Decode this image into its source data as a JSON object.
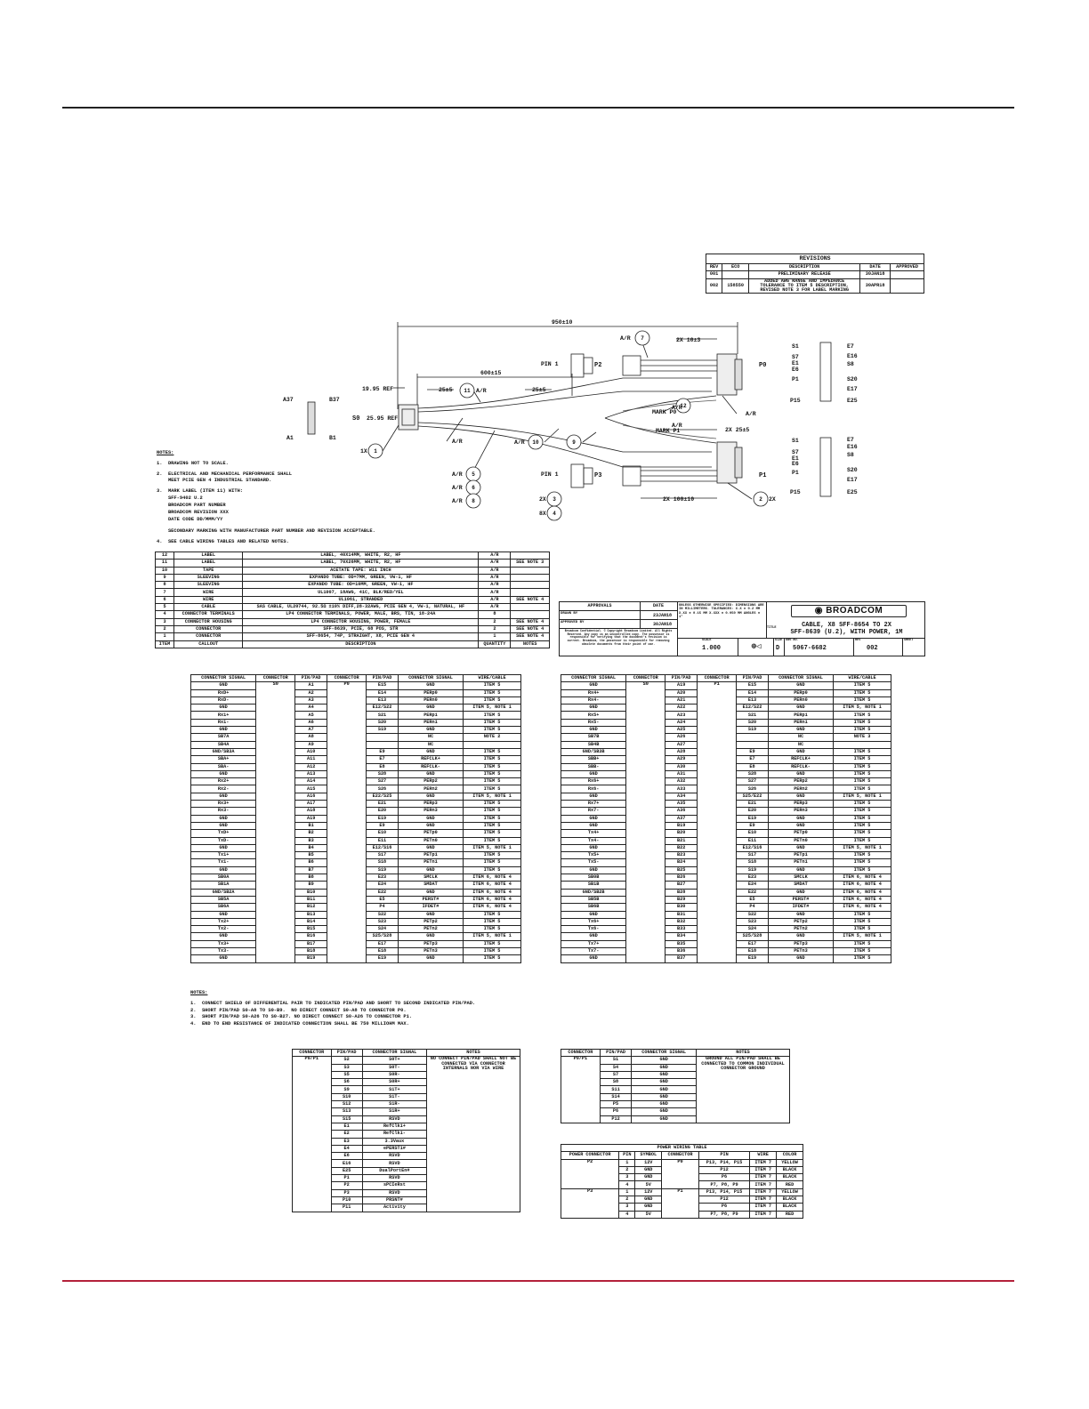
{
  "revisions": {
    "title": "REVISIONS",
    "headers": [
      "REV",
      "ECO",
      "DESCRIPTION",
      "DATE",
      "APPROVED"
    ],
    "rows": [
      [
        "001",
        "",
        "PRELIMINARY RELEASE",
        "30JAN18",
        ""
      ],
      [
        "002",
        "158550",
        "ADDED AWG RANGE AND IMPEDANCE TOLERANCE TO ITEM 5 DESCRIPTION, REVISED NOTE 3 FOR LABEL MARKING",
        "30APR18",
        ""
      ]
    ]
  },
  "drawing": {
    "dims": {
      "overall": "950±10",
      "breakout": "600±15",
      "left_ref": "19.95 REF",
      "left_ref2": "25.95 REF",
      "b1": "25±5",
      "b2": "25±5",
      "p2len": "2X 10±3",
      "mid": "2X 25±5",
      "p3len": "2X 100±10"
    },
    "labels": {
      "s0": "S0",
      "p0": "P0",
      "p1": "P1",
      "p2": "P2",
      "p3": "P3",
      "pin1": "PIN 1",
      "pin1b": "PIN 1",
      "a37": "A37",
      "b37": "B37",
      "a1": "A1",
      "b1": "B1",
      "markp0": "MARK P0",
      "markp1": "MARK P1",
      "ar": "A/R",
      "x1": "1X",
      "x2": "2X",
      "x8": "8X",
      "s1": "S1",
      "e7": "E7",
      "e16": "E16",
      "s7": "S7",
      "s8": "S8",
      "e1": "E1",
      "e6": "E6",
      "p1pin": "P1",
      "s20": "S20",
      "e17": "E17",
      "p15": "P15",
      "e25": "E25"
    },
    "balloons": [
      "1",
      "2",
      "3",
      "4",
      "5",
      "6",
      "7",
      "8",
      "9",
      "10",
      "11",
      "12"
    ]
  },
  "notes_top": {
    "heading": "NOTES:",
    "lines": [
      "1.  DRAWING NOT TO SCALE.",
      "2.  ELECTRICAL AND MECHANICAL PERFORMANCE SHALL",
      "    MEET PCIE GEN 4 INDUSTRIAL STANDARD.",
      "3.  MARK LABEL (ITEM 11) WITH:",
      "    SFF-9402 U.2",
      "    BROADCOM PART NUMBER",
      "    BROADCOM REVISION XXX",
      "    DATE CODE DD/MMM/YY",
      "    SECONDARY MARKING WITH MANUFACTURER PART NUMBER AND REVISION ACCEPTABLE.",
      "4.  SEE CABLE WIRING TABLES AND RELATED NOTES."
    ]
  },
  "bom": {
    "headers": [
      "ITEM",
      "CALLOUT",
      "DESCRIPTION",
      "QUANTITY",
      "NOTES"
    ],
    "rows": [
      [
        "12",
        "LABEL",
        "LABEL, 40X14MM, WHITE, R2, HF",
        "A/R",
        ""
      ],
      [
        "11",
        "LABEL",
        "LABEL, 70X26MM, WHITE, R2, HF",
        "A/R",
        "SEE NOTE 3"
      ],
      [
        "10",
        "TAPE",
        "ACETATE TAPE: W11 INCH",
        "A/R",
        ""
      ],
      [
        "9",
        "SLEEVING",
        "EXPANDO TUBE: OD=7MM, GREEN, VW-1, HF",
        "A/R",
        ""
      ],
      [
        "8",
        "SLEEVING",
        "EXPANDO TUBE: OD=10MM, GREEN, VW-1, HF",
        "A/R",
        ""
      ],
      [
        "7",
        "WIRE",
        "UL1007, 18AWG, 41C, BLK/RED/YEL",
        "A/R",
        ""
      ],
      [
        "6",
        "WIRE",
        "UL1061, STRANDED",
        "A/R",
        "SEE NOTE 4"
      ],
      [
        "5",
        "CABLE",
        "SAS CABLE, UL20744, 92.5Ω ±10% DIFF,28-32AWG, PCIE GEN 4, VW-1, NATURAL, HF",
        "A/R",
        ""
      ],
      [
        "4",
        "CONNECTOR TERMINALS",
        "LP4 CONNECTOR TERMINALS, POWER, MALE, BRS, TIN, 18-24A",
        "8",
        ""
      ],
      [
        "3",
        "CONNECTOR HOUSING",
        "LP4 CONNECTOR HOUSING, POWER, FEMALE",
        "2",
        "SEE NOTE 4"
      ],
      [
        "2",
        "CONNECTOR",
        "SFF-8639, PCIE, 68 POS, STR",
        "2",
        "SEE NOTE 4"
      ],
      [
        "1",
        "CONNECTOR",
        "SFF-8654, 74P, STRAIGHT, X8, PCIE GEN 4",
        "1",
        "SEE NOTE 4"
      ]
    ]
  },
  "title_block": {
    "approvals": "APPROVALS",
    "date": "DATE",
    "drawn_by": "DRAWN BY",
    "drawn_date": "23JAN18",
    "approved_by": "APPROVED BY",
    "approved_date": "30JAN18",
    "confidential": "Broadcom Confidential. © Copyright Broadcom Limited. All Rights Reserved. Any copy is an uncontrolled copy. The possessor is responsible for verifying that the document's revision is current. Broadcom, the possessor is responsible for removing obsolete documents from their point of use.",
    "tolerances": "UNLESS OTHERWISE SPECIFIED: DIMENSIONS ARE IN MILLIMETERS. TOLERANCES: X.X ± 0.2 MM  X.XX ± 0.15 MM  X.XXX ± 0.050 MM  ANGLES ± 1°",
    "title_label": "TITLE",
    "logo": "BROADCOM",
    "title_line1": "CABLE, X8 SFF-8654 TO 2X",
    "title_line2": "SFF-8639 (U.2), WITH POWER, 1M",
    "scale_label": "SCALE",
    "scale": "1.000",
    "size_label": "SIZE",
    "size": "D",
    "dwg_label": "DWG NO.",
    "dwg": "5067-6682",
    "rev_label": "REV",
    "rev": "002",
    "sheet_label": "SHEET"
  },
  "wiring_p0": {
    "headers": [
      "CONNECTOR SIGNAL",
      "CONNECTOR",
      "PIN/PAD",
      "CONNECTOR",
      "PIN/PAD",
      "CONNECTOR SIGNAL",
      "WIRE/CABLE"
    ],
    "from_conn": "S0",
    "to_conn": "P0",
    "rows": [
      [
        "GND",
        "A1",
        "E15",
        "GND",
        "ITEM 5"
      ],
      [
        "RxD+",
        "A2",
        "E14",
        "PERp0",
        "ITEM 5"
      ],
      [
        "RxD-",
        "A3",
        "E13",
        "PERn0",
        "ITEM 5"
      ],
      [
        "GND",
        "A4",
        "E12/S22",
        "GND",
        "ITEM 5, NOTE 1"
      ],
      [
        "Rx1+",
        "A5",
        "S21",
        "PERp1",
        "ITEM 5"
      ],
      [
        "Rx1-",
        "A6",
        "S20",
        "PERn1",
        "ITEM 5"
      ],
      [
        "GND",
        "A7",
        "S19",
        "GND",
        "ITEM 5"
      ],
      [
        "SB7A",
        "A8",
        "",
        "NC",
        "NOTE 2"
      ],
      [
        "SB4A",
        "A9",
        "",
        "NC",
        ""
      ],
      [
        "GND/SB3A",
        "A10",
        "E9",
        "GND",
        "ITEM 5"
      ],
      [
        "SBA+",
        "A11",
        "E7",
        "REFCLK+",
        "ITEM 5"
      ],
      [
        "SBA-",
        "A12",
        "E8",
        "REFCLK-",
        "ITEM 5"
      ],
      [
        "GND",
        "A13",
        "S28",
        "GND",
        "ITEM 5"
      ],
      [
        "Rx2+",
        "A14",
        "S27",
        "PERp2",
        "ITEM 5"
      ],
      [
        "Rx2-",
        "A15",
        "S26",
        "PERn2",
        "ITEM 5"
      ],
      [
        "GND",
        "A16",
        "E22/S25",
        "GND",
        "ITEM 5, NOTE 1"
      ],
      [
        "Rx3+",
        "A17",
        "E21",
        "PERp3",
        "ITEM 5"
      ],
      [
        "Rx3-",
        "A18",
        "E20",
        "PERn3",
        "ITEM 5"
      ],
      [
        "GND",
        "A19",
        "E19",
        "GND",
        "ITEM 5"
      ],
      [
        "GND",
        "B1",
        "E9",
        "GND",
        "ITEM 5"
      ],
      [
        "TxD+",
        "B2",
        "E10",
        "PETp0",
        "ITEM 5"
      ],
      [
        "TxD-",
        "B3",
        "E11",
        "PETn0",
        "ITEM 5"
      ],
      [
        "GND",
        "B4",
        "E12/S16",
        "GND",
        "ITEM 5, NOTE 1"
      ],
      [
        "Tx1+",
        "B5",
        "S17",
        "PETp1",
        "ITEM 5"
      ],
      [
        "Tx1-",
        "B6",
        "S18",
        "PETn1",
        "ITEM 5"
      ],
      [
        "GND",
        "B7",
        "S19",
        "GND",
        "ITEM 5"
      ],
      [
        "SB0A",
        "B8",
        "E23",
        "SMCLK",
        "ITEM 6, NOTE 4"
      ],
      [
        "SB1A",
        "B9",
        "E24",
        "SMDAT",
        "ITEM 6, NOTE 4"
      ],
      [
        "GND/SB2A",
        "B10",
        "E22",
        "GND",
        "ITEM 6, NOTE 4"
      ],
      [
        "SB5A",
        "B11",
        "E5",
        "PERST#",
        "ITEM 6, NOTE 4"
      ],
      [
        "SB6A",
        "B12",
        "P4",
        "IFDET#",
        "ITEM 6, NOTE 4"
      ],
      [
        "GND",
        "B13",
        "S22",
        "GND",
        "ITEM 5"
      ],
      [
        "Tx2+",
        "B14",
        "S23",
        "PETp2",
        "ITEM 5"
      ],
      [
        "Tx2-",
        "B15",
        "S24",
        "PETn2",
        "ITEM 5"
      ],
      [
        "GND",
        "B16",
        "S25/S28",
        "GND",
        "ITEM 5, NOTE 1"
      ],
      [
        "Tx3+",
        "B17",
        "E17",
        "PETp3",
        "ITEM 5"
      ],
      [
        "Tx3-",
        "B18",
        "E18",
        "PETn3",
        "ITEM 5"
      ],
      [
        "GND",
        "B19",
        "E19",
        "GND",
        "ITEM 5"
      ]
    ]
  },
  "wiring_p1": {
    "headers": [
      "CONNECTOR SIGNAL",
      "CONNECTOR",
      "PIN/PAD",
      "CONNECTOR",
      "PIN/PAD",
      "CONNECTOR SIGNAL",
      "WIRE/CABLE"
    ],
    "from_conn": "S0",
    "to_conn": "P1",
    "rows": [
      [
        "GND",
        "A19",
        "E15",
        "GND",
        "ITEM 5"
      ],
      [
        "Rx4+",
        "A20",
        "E14",
        "PERp0",
        "ITEM 5"
      ],
      [
        "Rx4-",
        "A21",
        "E13",
        "PERn0",
        "ITEM 5"
      ],
      [
        "GND",
        "A22",
        "E12/S22",
        "GND",
        "ITEM 5, NOTE 1"
      ],
      [
        "Rx5+",
        "A23",
        "S21",
        "PERp1",
        "ITEM 5"
      ],
      [
        "Rx5-",
        "A24",
        "S20",
        "PERn1",
        "ITEM 5"
      ],
      [
        "GND",
        "A25",
        "S19",
        "GND",
        "ITEM 5"
      ],
      [
        "SB7B",
        "A26",
        "",
        "NC",
        "NOTE 3"
      ],
      [
        "SB4B",
        "A27",
        "",
        "NC",
        ""
      ],
      [
        "GND/SB3B",
        "A28",
        "E9",
        "GND",
        "ITEM 5"
      ],
      [
        "SBB+",
        "A29",
        "E7",
        "REFCLK+",
        "ITEM 5"
      ],
      [
        "SBB-",
        "A30",
        "E8",
        "REFCLK-",
        "ITEM 5"
      ],
      [
        "GND",
        "A31",
        "S28",
        "GND",
        "ITEM 5"
      ],
      [
        "Rx6+",
        "A32",
        "S27",
        "PERp2",
        "ITEM 5"
      ],
      [
        "Rx6-",
        "A33",
        "S26",
        "PERn2",
        "ITEM 5"
      ],
      [
        "GND",
        "A34",
        "S25/E22",
        "GND",
        "ITEM 5, NOTE 1"
      ],
      [
        "Rx7+",
        "A35",
        "E21",
        "PERp3",
        "ITEM 5"
      ],
      [
        "Rx7-",
        "A36",
        "E20",
        "PERn3",
        "ITEM 5"
      ],
      [
        "GND",
        "A37",
        "E19",
        "GND",
        "ITEM 5"
      ],
      [
        "GND",
        "B19",
        "E9",
        "GND",
        "ITEM 5"
      ],
      [
        "Tx4+",
        "B20",
        "E10",
        "PETp0",
        "ITEM 5"
      ],
      [
        "Tx4-",
        "B21",
        "E11",
        "PETn0",
        "ITEM 5"
      ],
      [
        "GND",
        "B22",
        "E12/S16",
        "GND",
        "ITEM 5, NOTE 1"
      ],
      [
        "Tx5+",
        "B23",
        "S17",
        "PETp1",
        "ITEM 5"
      ],
      [
        "Tx5-",
        "B24",
        "S18",
        "PETn1",
        "ITEM 5"
      ],
      [
        "GND",
        "B25",
        "S19",
        "GND",
        "ITEM 5"
      ],
      [
        "SB0B",
        "B26",
        "E23",
        "SMCLK",
        "ITEM 6, NOTE 4"
      ],
      [
        "SB1B",
        "B27",
        "E24",
        "SMDAT",
        "ITEM 6, NOTE 4"
      ],
      [
        "GND/SB2B",
        "B28",
        "E22",
        "GND",
        "ITEM 6, NOTE 4"
      ],
      [
        "SB5B",
        "B29",
        "E5",
        "PERST#",
        "ITEM 6, NOTE 4"
      ],
      [
        "SB6B",
        "B30",
        "P4",
        "IFDET#",
        "ITEM 6, NOTE 4"
      ],
      [
        "GND",
        "B31",
        "S22",
        "GND",
        "ITEM 5"
      ],
      [
        "Tx6+",
        "B32",
        "S23",
        "PETp2",
        "ITEM 5"
      ],
      [
        "Tx6-",
        "B33",
        "S24",
        "PETn2",
        "ITEM 5"
      ],
      [
        "GND",
        "B34",
        "S25/S28",
        "GND",
        "ITEM 5, NOTE 1"
      ],
      [
        "Tx7+",
        "B35",
        "E17",
        "PETp3",
        "ITEM 5"
      ],
      [
        "Tx7-",
        "B36",
        "E18",
        "PETn3",
        "ITEM 5"
      ],
      [
        "GND",
        "B37",
        "E19",
        "GND",
        "ITEM 5"
      ]
    ]
  },
  "notes_bottom": {
    "heading": "NOTES:",
    "lines": [
      "1.  CONNECT SHIELD OF DIFFERENTIAL PAIR TO INDICATED PIN/PAD AND SHORT TO SECOND INDICATED PIN/PAD.",
      "2.  SHORT PIN/PAD S0-A8 TO S0-B9.  NO DIRECT CONNECT S0-A8 TO CONNECTOR P0.",
      "3.  SHORT PIN/PAD S0-A26 TO S0-B27. NO DIRECT CONNECT S0-A26 TO CONNECTOR P1.",
      "4.  END TO END RESISTANCE OF INDICATED CONNECTION SHALL BE 750 MILLIOHM MAX."
    ]
  },
  "nc_table": {
    "headers": [
      "CONNECTOR",
      "PIN/PAD",
      "CONNECTOR SIGNAL",
      "NOTES"
    ],
    "connector": "P0/P1",
    "note": "NO CONNECT PIN/PAD SHALL NOT BE CONNECTED VIA CONNECTOR INTERNALS NOR VIA WIRE",
    "rows": [
      [
        "S2",
        "S0T+"
      ],
      [
        "S3",
        "S0T-"
      ],
      [
        "S5",
        "S0R-"
      ],
      [
        "S6",
        "S0R+"
      ],
      [
        "S9",
        "S1T+"
      ],
      [
        "S10",
        "S1T-"
      ],
      [
        "S12",
        "S1R-"
      ],
      [
        "S13",
        "S1R+"
      ],
      [
        "S15",
        "RSVD"
      ],
      [
        "E1",
        "RefClk1+"
      ],
      [
        "E2",
        "RefClk1-"
      ],
      [
        "E3",
        "3.3Vaux"
      ],
      [
        "E4",
        "ePERST1#"
      ],
      [
        "E6",
        "RSVD"
      ],
      [
        "E16",
        "RSVD"
      ],
      [
        "E25",
        "DualPortEn#"
      ],
      [
        "P1",
        "RSVD"
      ],
      [
        "P2",
        "sPCIeRst"
      ],
      [
        "P3",
        "RSVD"
      ],
      [
        "P10",
        "PRSNT#"
      ],
      [
        "P11",
        "Activity"
      ]
    ]
  },
  "gnd_table": {
    "headers": [
      "CONNECTOR",
      "PIN/PAD",
      "CONNECTOR SIGNAL",
      "NOTES"
    ],
    "connector": "P0/P1",
    "note": "GROUND ALL PIN/PAD SHALL BE CONNECTED TO COMMON INDIVIDUAL CONNECTOR GROUND",
    "rows": [
      [
        "S1",
        "GND"
      ],
      [
        "S4",
        "GND"
      ],
      [
        "S7",
        "GND"
      ],
      [
        "S8",
        "GND"
      ],
      [
        "S11",
        "GND"
      ],
      [
        "S14",
        "GND"
      ],
      [
        "P5",
        "GND"
      ],
      [
        "P6",
        "GND"
      ],
      [
        "P12",
        "GND"
      ]
    ]
  },
  "power_table": {
    "title": "POWER WIRING TABLE",
    "headers": [
      "POWER CONNECTOR",
      "PIN",
      "SYMBOL",
      "CONNECTOR",
      "PIN",
      "WIRE",
      "COLOR"
    ],
    "groups": [
      {
        "conn": "P2",
        "to": "P0",
        "rows": [
          [
            "1",
            "12V",
            "P13, P14, P15",
            "ITEM 7",
            "YELLOW"
          ],
          [
            "2",
            "GND",
            "P12",
            "ITEM 7",
            "BLACK"
          ],
          [
            "3",
            "GND",
            "P6",
            "ITEM 7",
            "BLACK"
          ],
          [
            "4",
            "5V",
            "P7, P8, P9",
            "ITEM 7",
            "RED"
          ]
        ]
      },
      {
        "conn": "P3",
        "to": "P1",
        "rows": [
          [
            "1",
            "12V",
            "P13, P14, P15",
            "ITEM 7",
            "YELLOW"
          ],
          [
            "2",
            "GND",
            "P12",
            "ITEM 7",
            "BLACK"
          ],
          [
            "3",
            "GND",
            "P6",
            "ITEM 7",
            "BLACK"
          ],
          [
            "4",
            "5V",
            "P7, P8, P9",
            "ITEM 7",
            "RED"
          ]
        ]
      }
    ]
  },
  "colors": {
    "top_rule": "#222222",
    "bottom_rule": "#b3213a"
  }
}
